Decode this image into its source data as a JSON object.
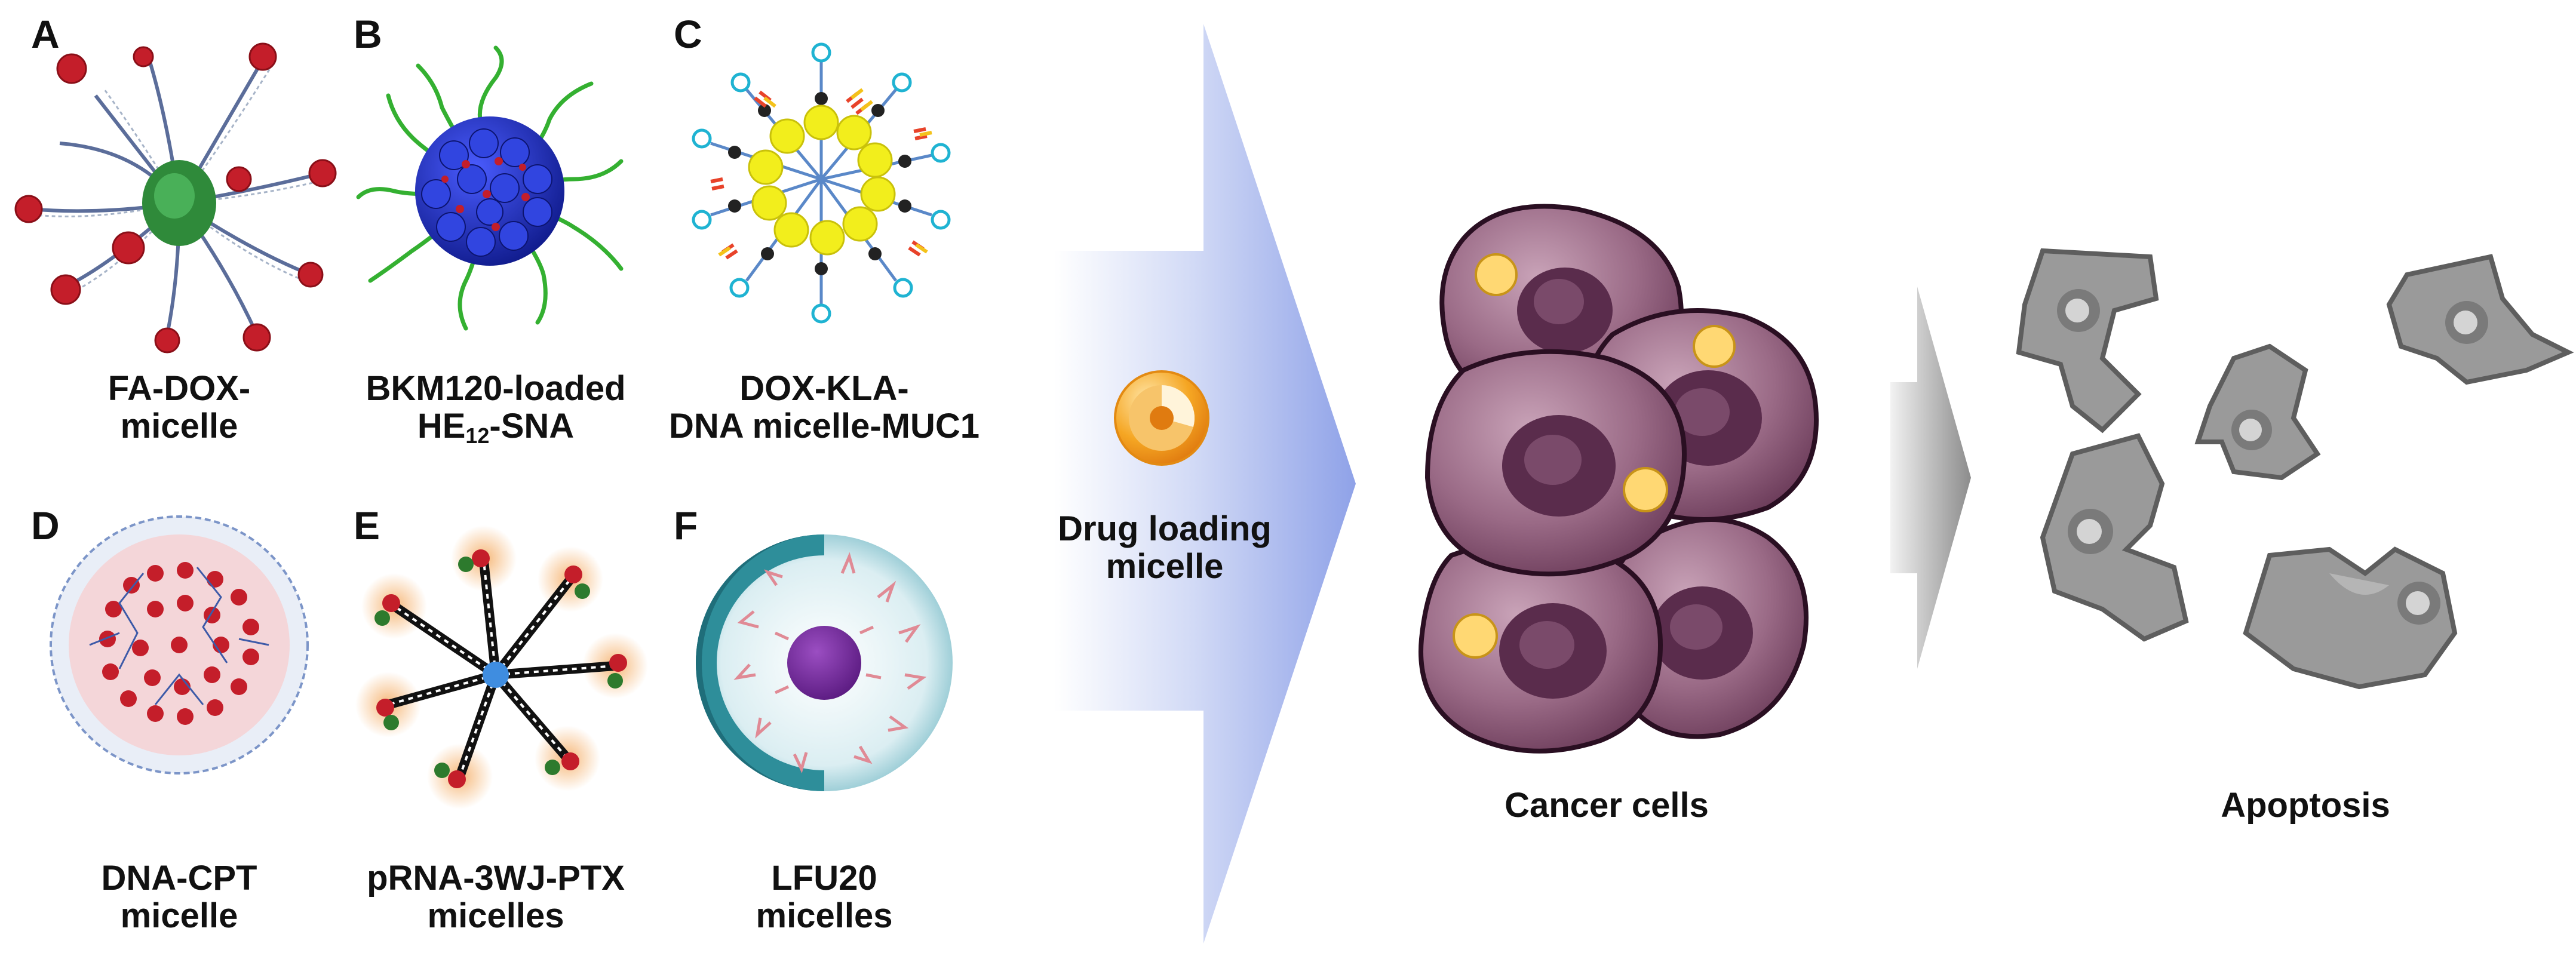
{
  "panels": [
    {
      "letter": "A",
      "line1": "FA-DOX-",
      "line2": "micelle"
    },
    {
      "letter": "B",
      "line1": "BKM120-loaded",
      "line2_main": "HE",
      "line2_sub": "12",
      "line2_rest": "-SNA"
    },
    {
      "letter": "C",
      "line1": "DOX-KLA-",
      "line2": "DNA micelle-MUC1"
    },
    {
      "letter": "D",
      "line1": "DNA-CPT",
      "line2": "micelle"
    },
    {
      "letter": "E",
      "line1": "pRNA-3WJ-PTX",
      "line2": "micelles"
    },
    {
      "letter": "F",
      "line1": "LFU20",
      "line2": "micelles"
    }
  ],
  "center": {
    "line1": "Drug loading",
    "line2": "micelle"
  },
  "cancer": {
    "label": "Cancer cells"
  },
  "apoptosis": {
    "label": "Apoptosis"
  },
  "colors": {
    "arrow_blue": "#8fa2e8",
    "cell_purple": "#7a4a68",
    "nucleus": "#5a2c4c",
    "apoptotic_gray": "#9a9a9a",
    "micelle_red": "#c41e2a",
    "dna_green": "#34b031",
    "core_blue": "#1d2fb8",
    "yellow_core": "#f2ee1c",
    "orange": "#f2a72a"
  }
}
